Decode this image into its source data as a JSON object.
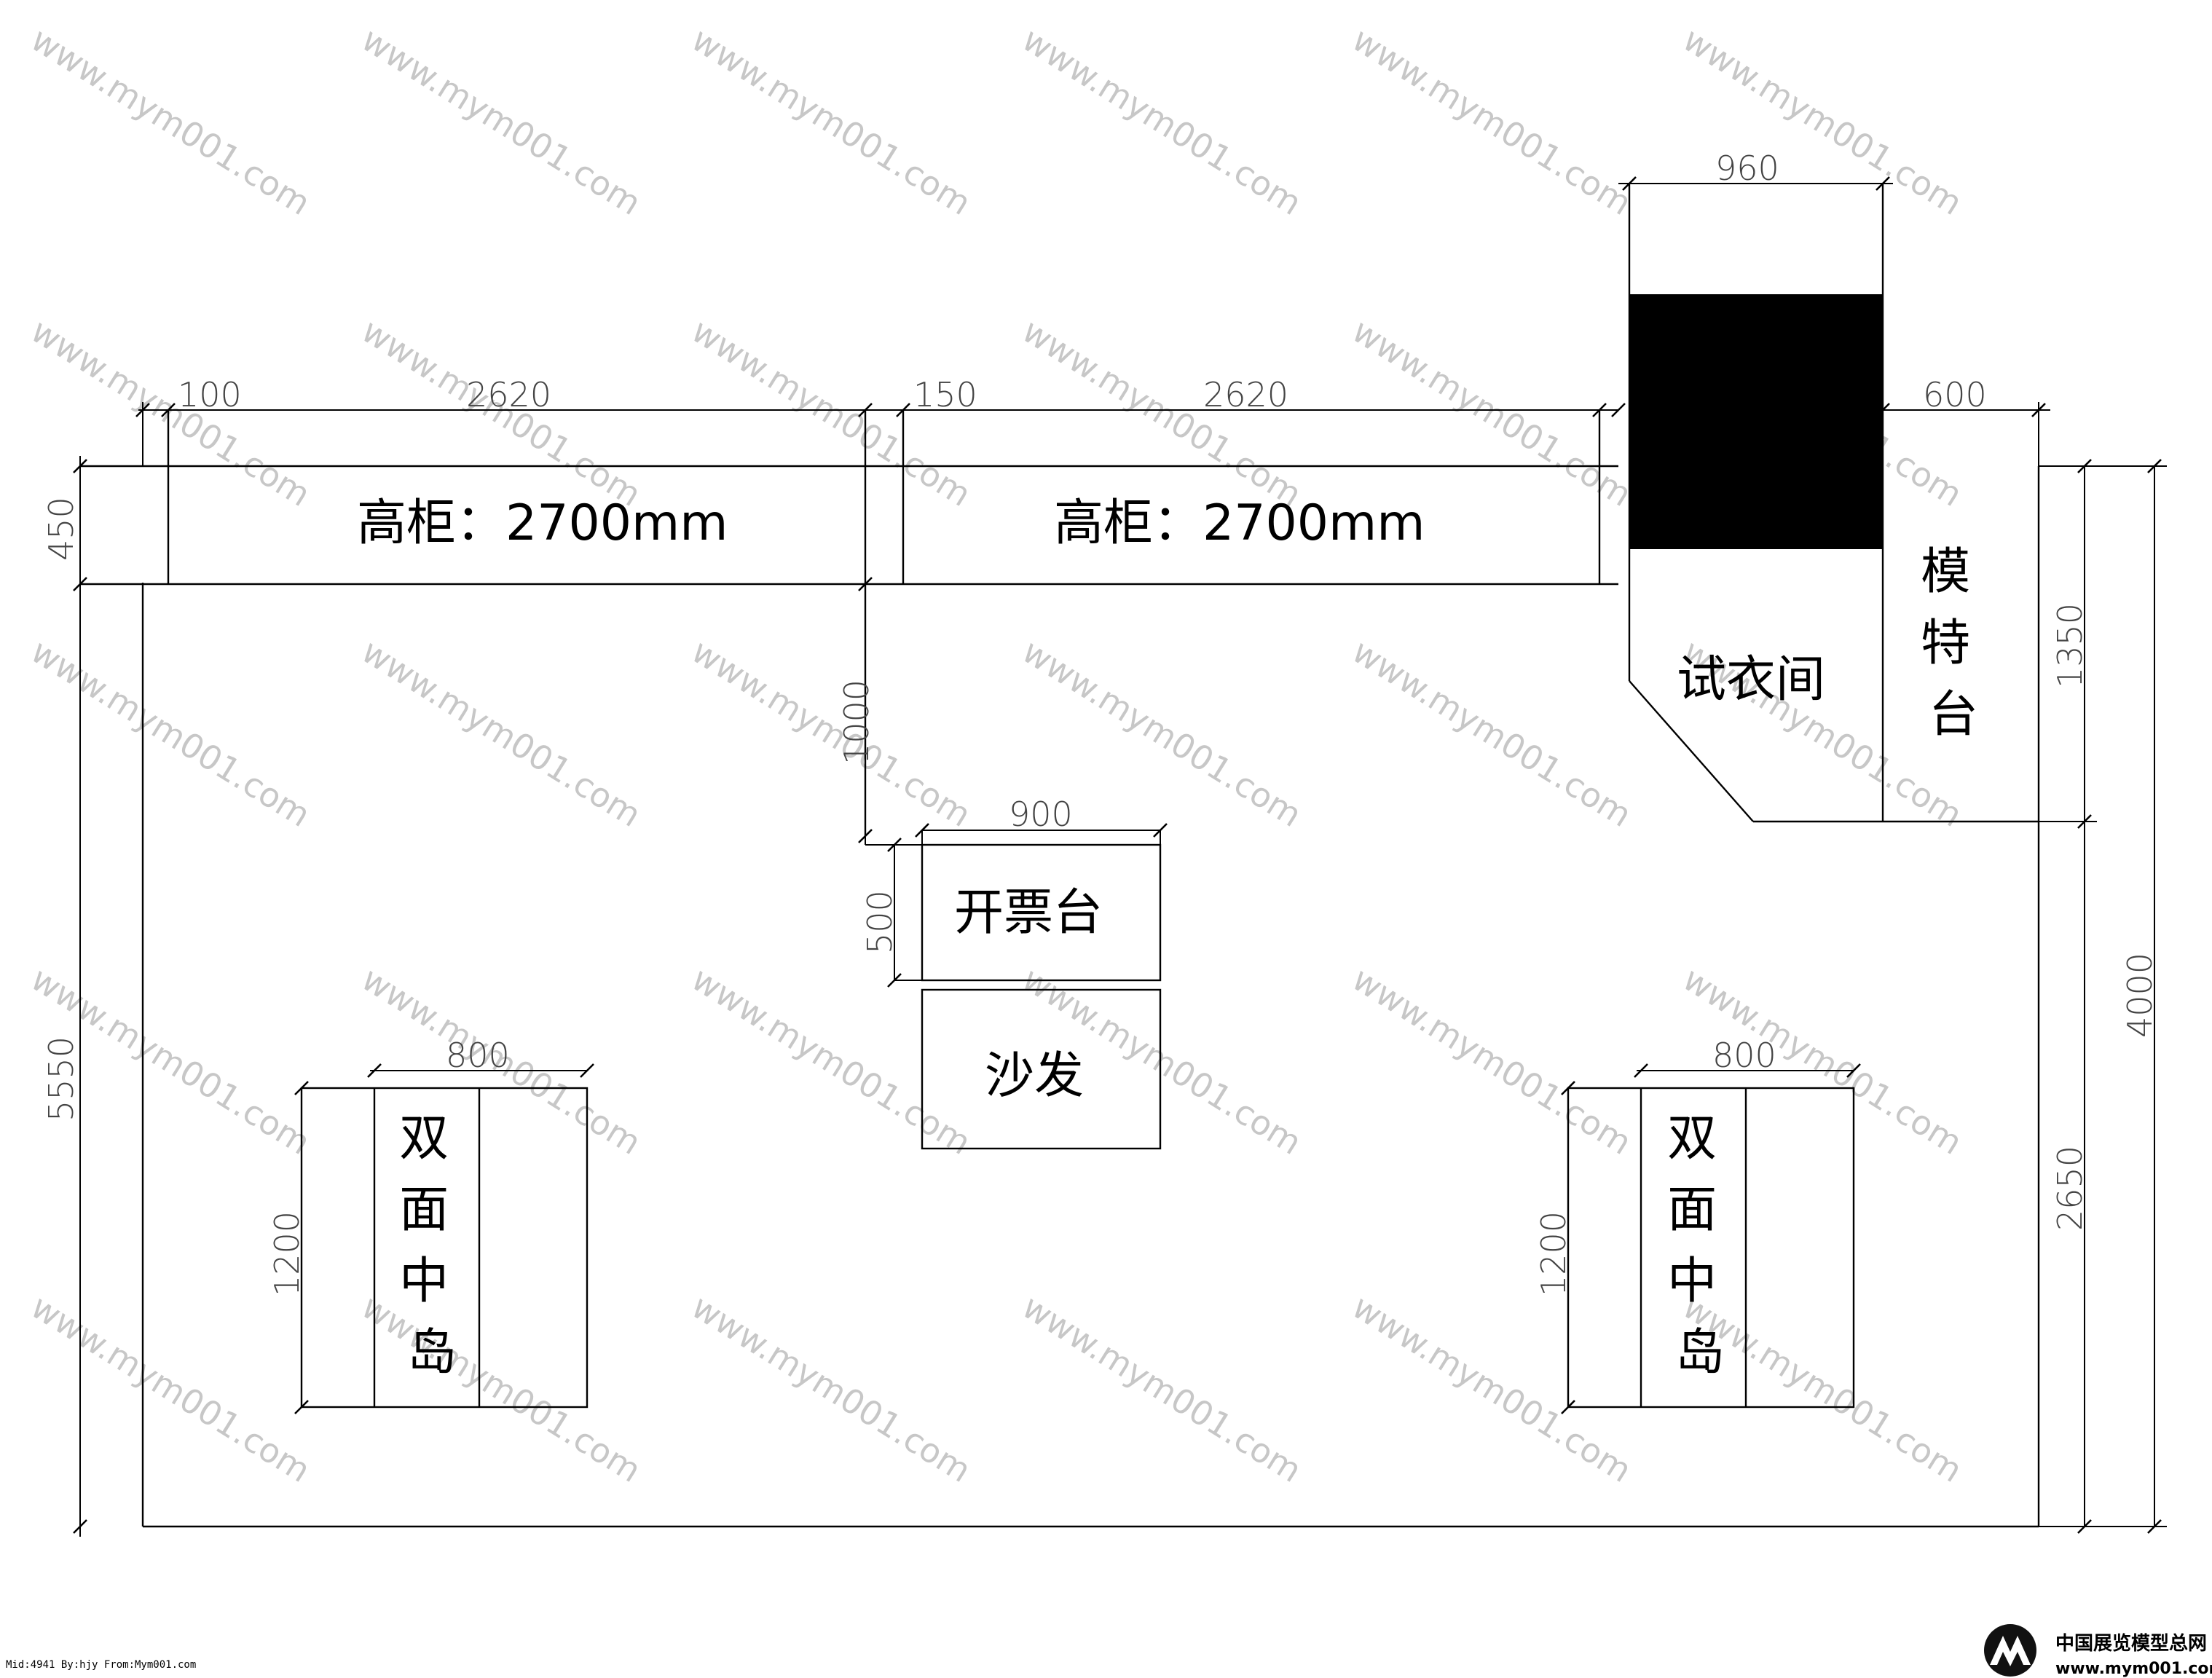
{
  "labels": {
    "cabinet_left": "高柜：2700mm",
    "cabinet_right": "高柜：2700mm",
    "fitting_room": "试衣间",
    "model_stage": "模特台",
    "cashier": "开票台",
    "sofa": "沙发",
    "island_left": "双面中岛",
    "island_right": "双面中岛"
  },
  "dimensions": {
    "top_100": "100",
    "top_2620_a": "2620",
    "top_150": "150",
    "top_2620_b": "2620",
    "fitting_960": "960",
    "model_600": "600",
    "left_450": "450",
    "left_5550": "5550",
    "mid_1000": "1000",
    "cashier_900": "900",
    "cashier_500": "500",
    "island_left_800": "800",
    "island_left_1200": "1200",
    "island_right_800": "800",
    "island_right_1200": "1200",
    "right_1350": "1350",
    "right_2650": "2650",
    "right_4000": "4000"
  },
  "watermark": "www.mym001.com",
  "footer": {
    "left": "Mid:4941 By:hjy From:Mym001.com",
    "brand_cn": "中国展览模型总网",
    "brand_url": "www.mym001.com"
  },
  "colors": {
    "line": "#000000",
    "dimension_text": "#444444",
    "watermark": "#9a9a9a",
    "fill_block": "#000000"
  }
}
